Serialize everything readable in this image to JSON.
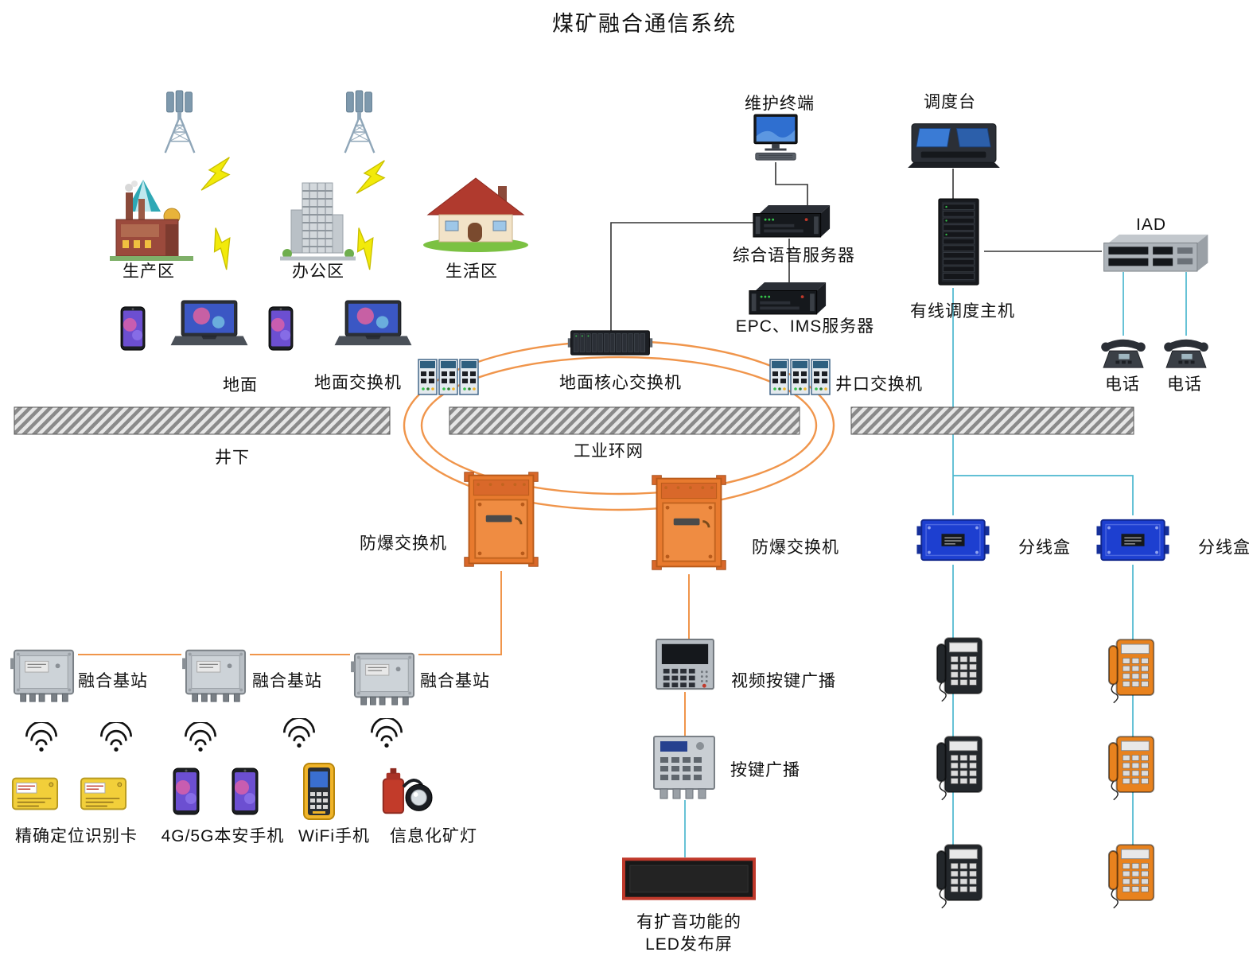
{
  "title": "煤矿融合通信系统",
  "labels": {
    "production_area": "生产区",
    "office_area": "办公区",
    "living_area": "生活区",
    "ground": "地面",
    "ground_switch": "地面交换机",
    "maintenance_terminal": "维护终端",
    "dispatch_console": "调度台",
    "voice_server": "综合语音服务器",
    "epc_ims_server": "EPC、IMS服务器",
    "wired_dispatch_host": "有线调度主机",
    "iad": "IAD",
    "phone_left": "电话",
    "phone_right": "电话",
    "core_switch": "地面核心交换机",
    "wellhead_switch": "井口交换机",
    "underground": "井下",
    "industrial_ring": "工业环网",
    "exproof_switch_left": "防爆交换机",
    "exproof_switch_right": "防爆交换机",
    "junction_box_left": "分线盒",
    "junction_box_right": "分线盒",
    "base_station_1": "融合基站",
    "base_station_2": "融合基站",
    "base_station_3": "融合基站",
    "video_key_broadcast": "视频按键广播",
    "key_broadcast": "按键广播",
    "positioning_card": "精确定位识别卡",
    "safety_phone": "4G/5G本安手机",
    "wifi_phone": "WiFi手机",
    "mining_lamp": "信息化矿灯",
    "led_screen_line1": "有扩音功能的",
    "led_screen_line2": "LED发布屏"
  },
  "colors": {
    "ring_line": "#f0954b",
    "cyan_line": "#4cb8cf",
    "black_line": "#333333",
    "exproof_orange": "#e87a2e",
    "junction_blue": "#1d3fd0",
    "led_border": "#c0392b",
    "lightning_yellow": "#f2ea0a",
    "hatch_gray": "#8a8a8a"
  },
  "icons": [
    "antenna-tower-icon",
    "factory-icon",
    "office-building-icon",
    "house-icon",
    "lightning-bolt-icon",
    "smartphone-icon",
    "laptop-icon",
    "desktop-pc-icon",
    "dispatch-console-icon",
    "server-icon",
    "server-rack-icon",
    "iad-device-icon",
    "desk-phone-icon",
    "industrial-switch-icon",
    "core-switch-icon",
    "explosion-proof-switch-icon",
    "junction-box-icon",
    "mine-telephone-icon",
    "video-broadcast-terminal-icon",
    "key-broadcast-terminal-icon",
    "led-screen-icon",
    "base-station-icon",
    "wifi-signal-icon",
    "positioning-card-icon",
    "rugged-phone-icon",
    "mining-lamp-icon"
  ]
}
